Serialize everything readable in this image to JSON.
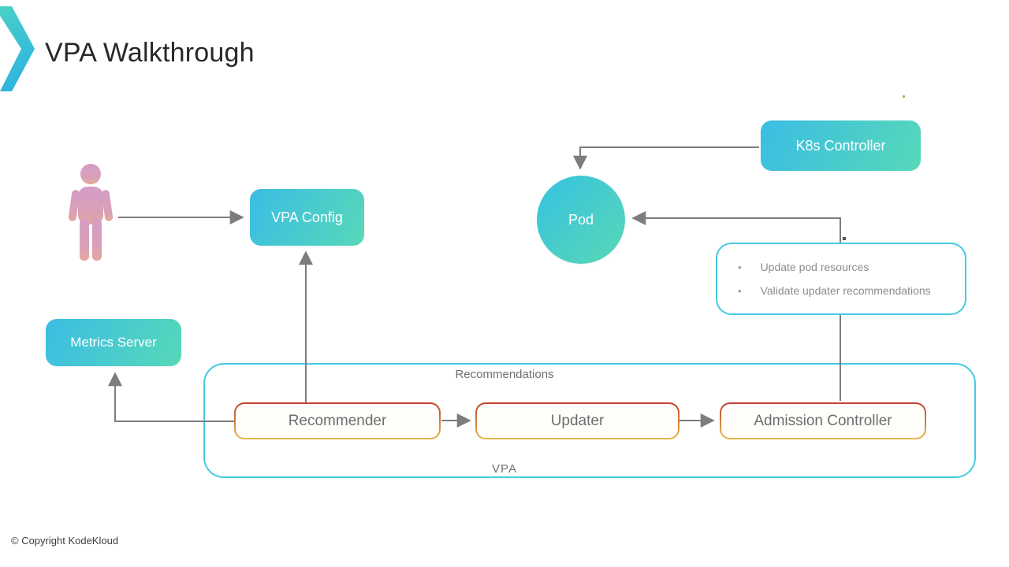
{
  "title": "VPA Walkthrough",
  "nodes": {
    "vpa_config": {
      "label": "VPA Config"
    },
    "k8s_controller": {
      "label": "K8s Controller"
    },
    "pod": {
      "label": "Pod"
    },
    "metrics_server": {
      "label": "Metrics Server"
    },
    "recommender": {
      "label": "Recommender"
    },
    "updater": {
      "label": "Updater"
    },
    "admission_controller": {
      "label": "Admission Controller"
    }
  },
  "vpa_group": {
    "top_label": "Recommendations",
    "bottom_label": "VPA"
  },
  "callout": {
    "bullets": [
      "Update pod resources",
      "Validate updater recommendations"
    ],
    "bullet_glyph": "•"
  },
  "icons": {
    "logo": "kodekloud-chevron-icon",
    "person": "user-icon"
  },
  "colors": {
    "teal_gradient_start": "#3bbde4",
    "teal_gradient_end": "#57d8b8",
    "cyan_border": "#45c9e4",
    "orange_border_top": "#c0402e",
    "orange_border_bottom": "#e7ba4d",
    "connector_gray": "#7d7d7d",
    "person_pink": "#d79ec4",
    "label_gray": "#6d6d6d"
  },
  "footer": {
    "copyright": "© Copyright KodeKloud"
  }
}
